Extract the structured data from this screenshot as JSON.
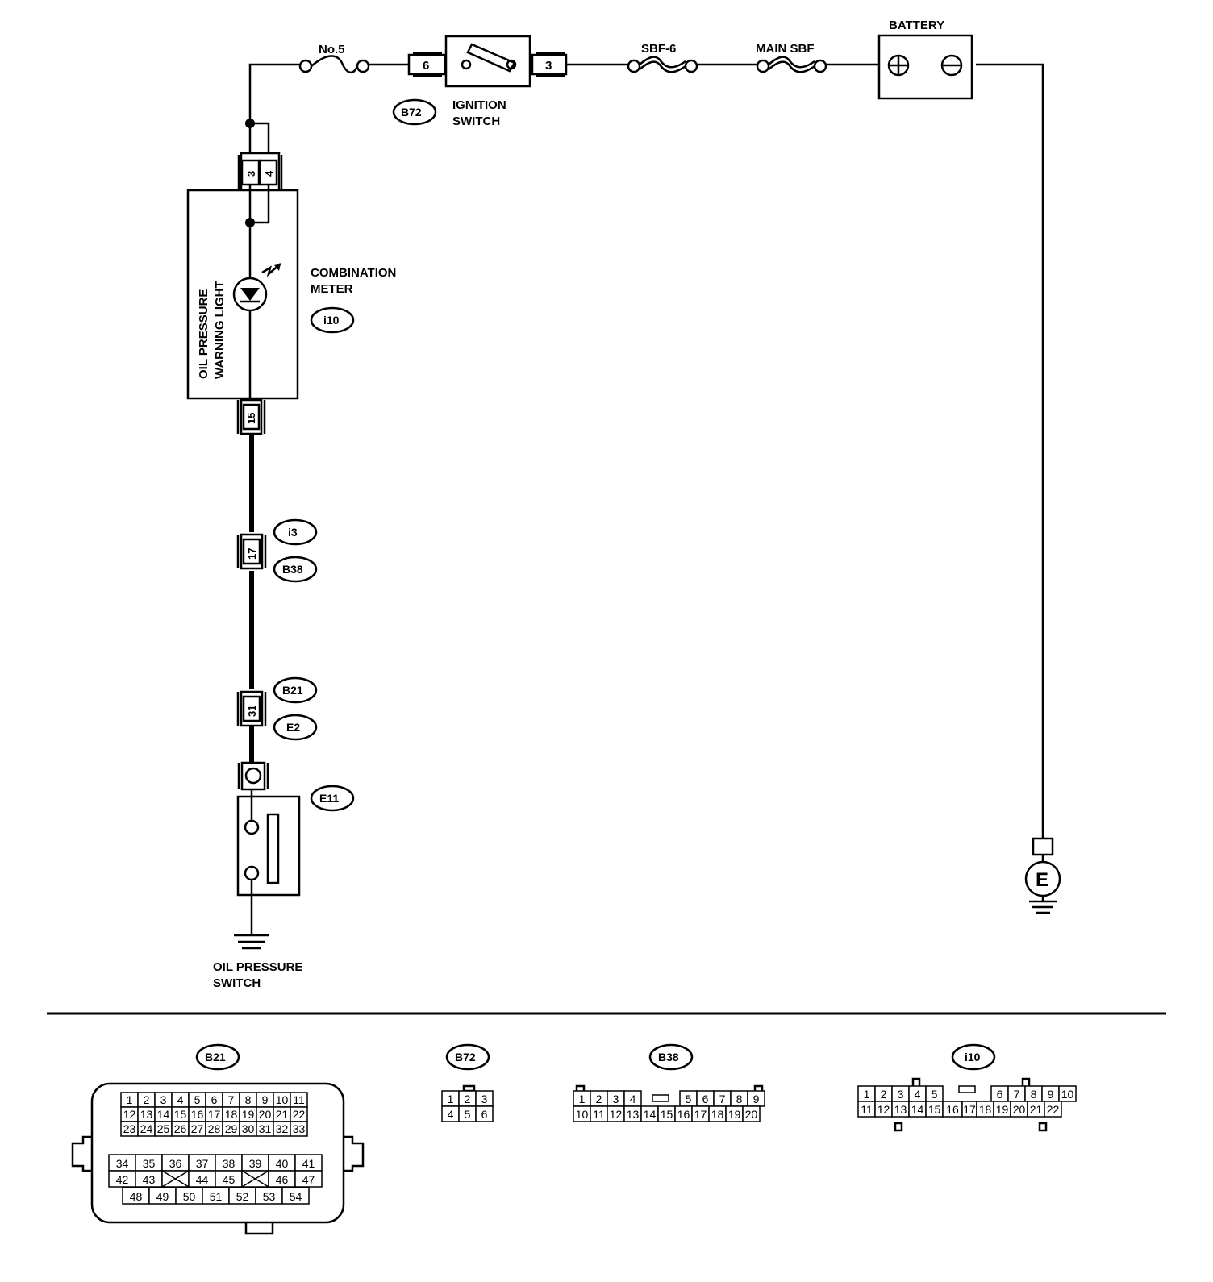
{
  "labels": {
    "fuse_no5": "No.5",
    "sbf6": "SBF-6",
    "main_sbf": "MAIN SBF",
    "battery": "BATTERY",
    "ignition_switch_1": "IGNITION",
    "ignition_switch_2": "SWITCH",
    "combination_meter_1": "COMBINATION",
    "combination_meter_2": "METER",
    "warning_light_1": "OIL PRESSURE",
    "warning_light_2": "WARNING LIGHT",
    "oil_switch_1": "OIL PRESSURE",
    "oil_switch_2": "SWITCH",
    "ground_e": "E"
  },
  "connector_tags": {
    "b72": "B72",
    "i10": "i10",
    "i3": "i3",
    "b38": "B38",
    "b21": "B21",
    "e2": "E2",
    "e11": "E11"
  },
  "pins": {
    "ign_in": "6",
    "ign_out": "3",
    "meter_a": "3",
    "meter_b": "4",
    "meter_out": "15",
    "i3_b38": "17",
    "b21_e2": "31"
  },
  "connector_views": {
    "b21": {
      "tag": "B21",
      "row1": [
        "1",
        "2",
        "3",
        "4",
        "5",
        "6",
        "7",
        "8",
        "9",
        "10",
        "11"
      ],
      "row2": [
        "12",
        "13",
        "14",
        "15",
        "16",
        "17",
        "18",
        "19",
        "20",
        "21",
        "22"
      ],
      "row3": [
        "23",
        "24",
        "25",
        "26",
        "27",
        "28",
        "29",
        "30",
        "31",
        "32",
        "33"
      ],
      "row4": [
        "34",
        "35",
        "36",
        "37",
        "38",
        "39",
        "40",
        "41"
      ],
      "row5": [
        "42",
        "43",
        "",
        "44",
        "45",
        "",
        "46",
        "47"
      ],
      "row6": [
        "48",
        "49",
        "50",
        "51",
        "52",
        "53",
        "54"
      ]
    },
    "b72": {
      "tag": "B72",
      "row1": [
        "1",
        "2",
        "3"
      ],
      "row2": [
        "4",
        "5",
        "6"
      ]
    },
    "b38": {
      "tag": "B38",
      "row1": [
        "1",
        "2",
        "3",
        "4",
        "",
        "5",
        "6",
        "7",
        "8",
        "9"
      ],
      "row2": [
        "10",
        "11",
        "12",
        "13",
        "14",
        "15",
        "16",
        "17",
        "18",
        "19",
        "20"
      ]
    },
    "i10": {
      "tag": "i10",
      "row1": [
        "1",
        "2",
        "3",
        "4",
        "5",
        "",
        "6",
        "7",
        "8",
        "9",
        "10"
      ],
      "row2": [
        "11",
        "12",
        "13",
        "14",
        "15",
        "16",
        "17",
        "18",
        "19",
        "20",
        "21",
        "22"
      ]
    }
  }
}
